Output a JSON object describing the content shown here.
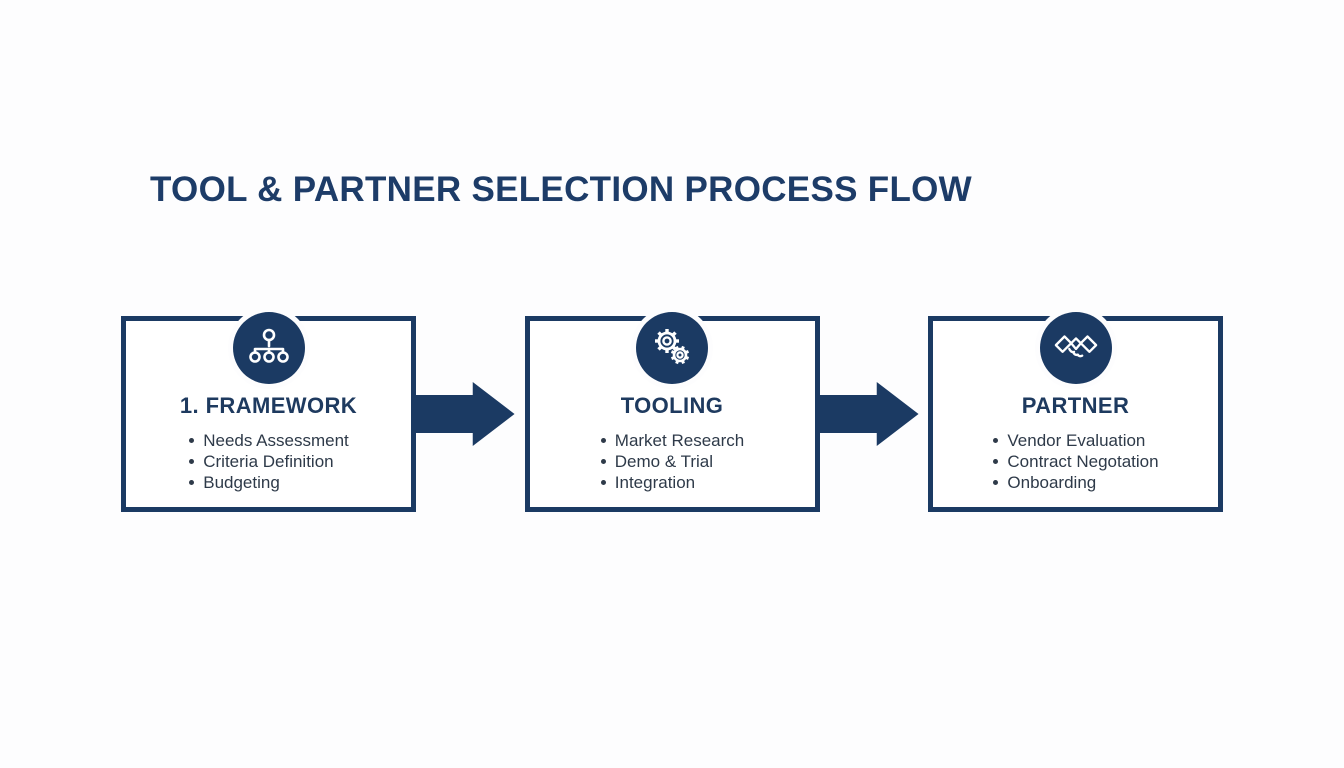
{
  "title": "TOOL & PARTNER SELECTION PROCESS FLOW",
  "colors": {
    "navy": "#1b3a63",
    "title_navy": "#1d3c68",
    "step_title_navy": "#1e3a5f",
    "bullet_text": "#2e3a49",
    "background": "#fdfdfe",
    "card_background": "#ffffff"
  },
  "steps": [
    {
      "title": "1. FRAMEWORK",
      "icon": "hierarchy-icon",
      "bullets": [
        "Needs Assessment",
        "Criteria Definition",
        "Budgeting"
      ]
    },
    {
      "title": "TOOLING",
      "icon": "gears-icon",
      "bullets": [
        "Market Research",
        "Demo & Trial",
        "Integration"
      ]
    },
    {
      "title": "PARTNER",
      "icon": "handshake-icon",
      "bullets": [
        "Vendor Evaluation",
        "Contract Negotation",
        "Onboarding"
      ]
    }
  ],
  "connectors": [
    {
      "type": "arrow-right"
    },
    {
      "type": "arrow-right"
    }
  ]
}
